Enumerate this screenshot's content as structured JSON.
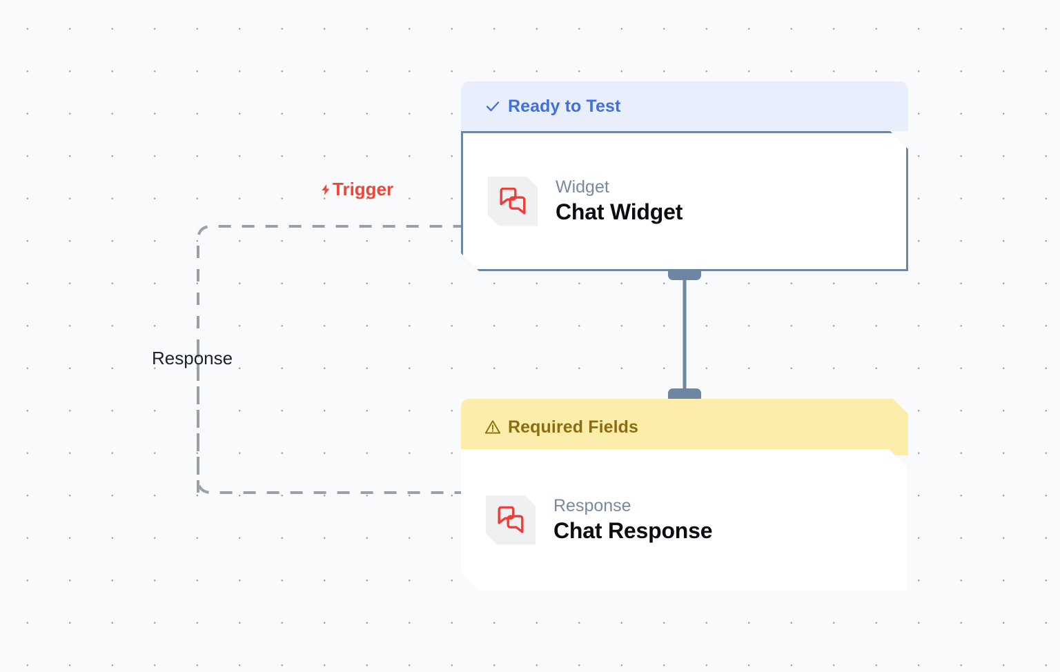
{
  "canvas": {
    "background_color": "#f8fafc",
    "dot_color": "#9aa3ad",
    "dot_spacing": 61.5
  },
  "edges": [
    {
      "id": "trigger-edge",
      "label": "Trigger",
      "label_color": "#f04438",
      "icon": "lightning-bolt-icon",
      "style": "dashed",
      "color": "#9aa0a6"
    },
    {
      "id": "response-edge",
      "label": "Response",
      "label_color": "#1d2129",
      "icon": "none",
      "style": "dashed",
      "color": "#9aa0a6"
    }
  ],
  "nodes": [
    {
      "id": "chat-widget",
      "header": {
        "label": "Ready to Test",
        "icon": "check-icon",
        "text_color": "#4070e0",
        "background_color": "#e8eefc"
      },
      "kind": "Widget",
      "title": "Chat Widget",
      "app_icon": "chat-bubbles-icon",
      "app_icon_color": "#f03b36",
      "border_color": "#6c86a3"
    },
    {
      "id": "chat-response",
      "header": {
        "label": "Required Fields",
        "icon": "warning-triangle-icon",
        "text_color": "#8a6d10",
        "background_color": "#fdedaa"
      },
      "kind": "Response",
      "title": "Chat Response",
      "app_icon": "chat-bubbles-icon",
      "app_icon_color": "#f03b36",
      "border_color": "none"
    }
  ],
  "connector": {
    "color": "#6c86a3",
    "from": "chat-widget",
    "to": "chat-response"
  }
}
